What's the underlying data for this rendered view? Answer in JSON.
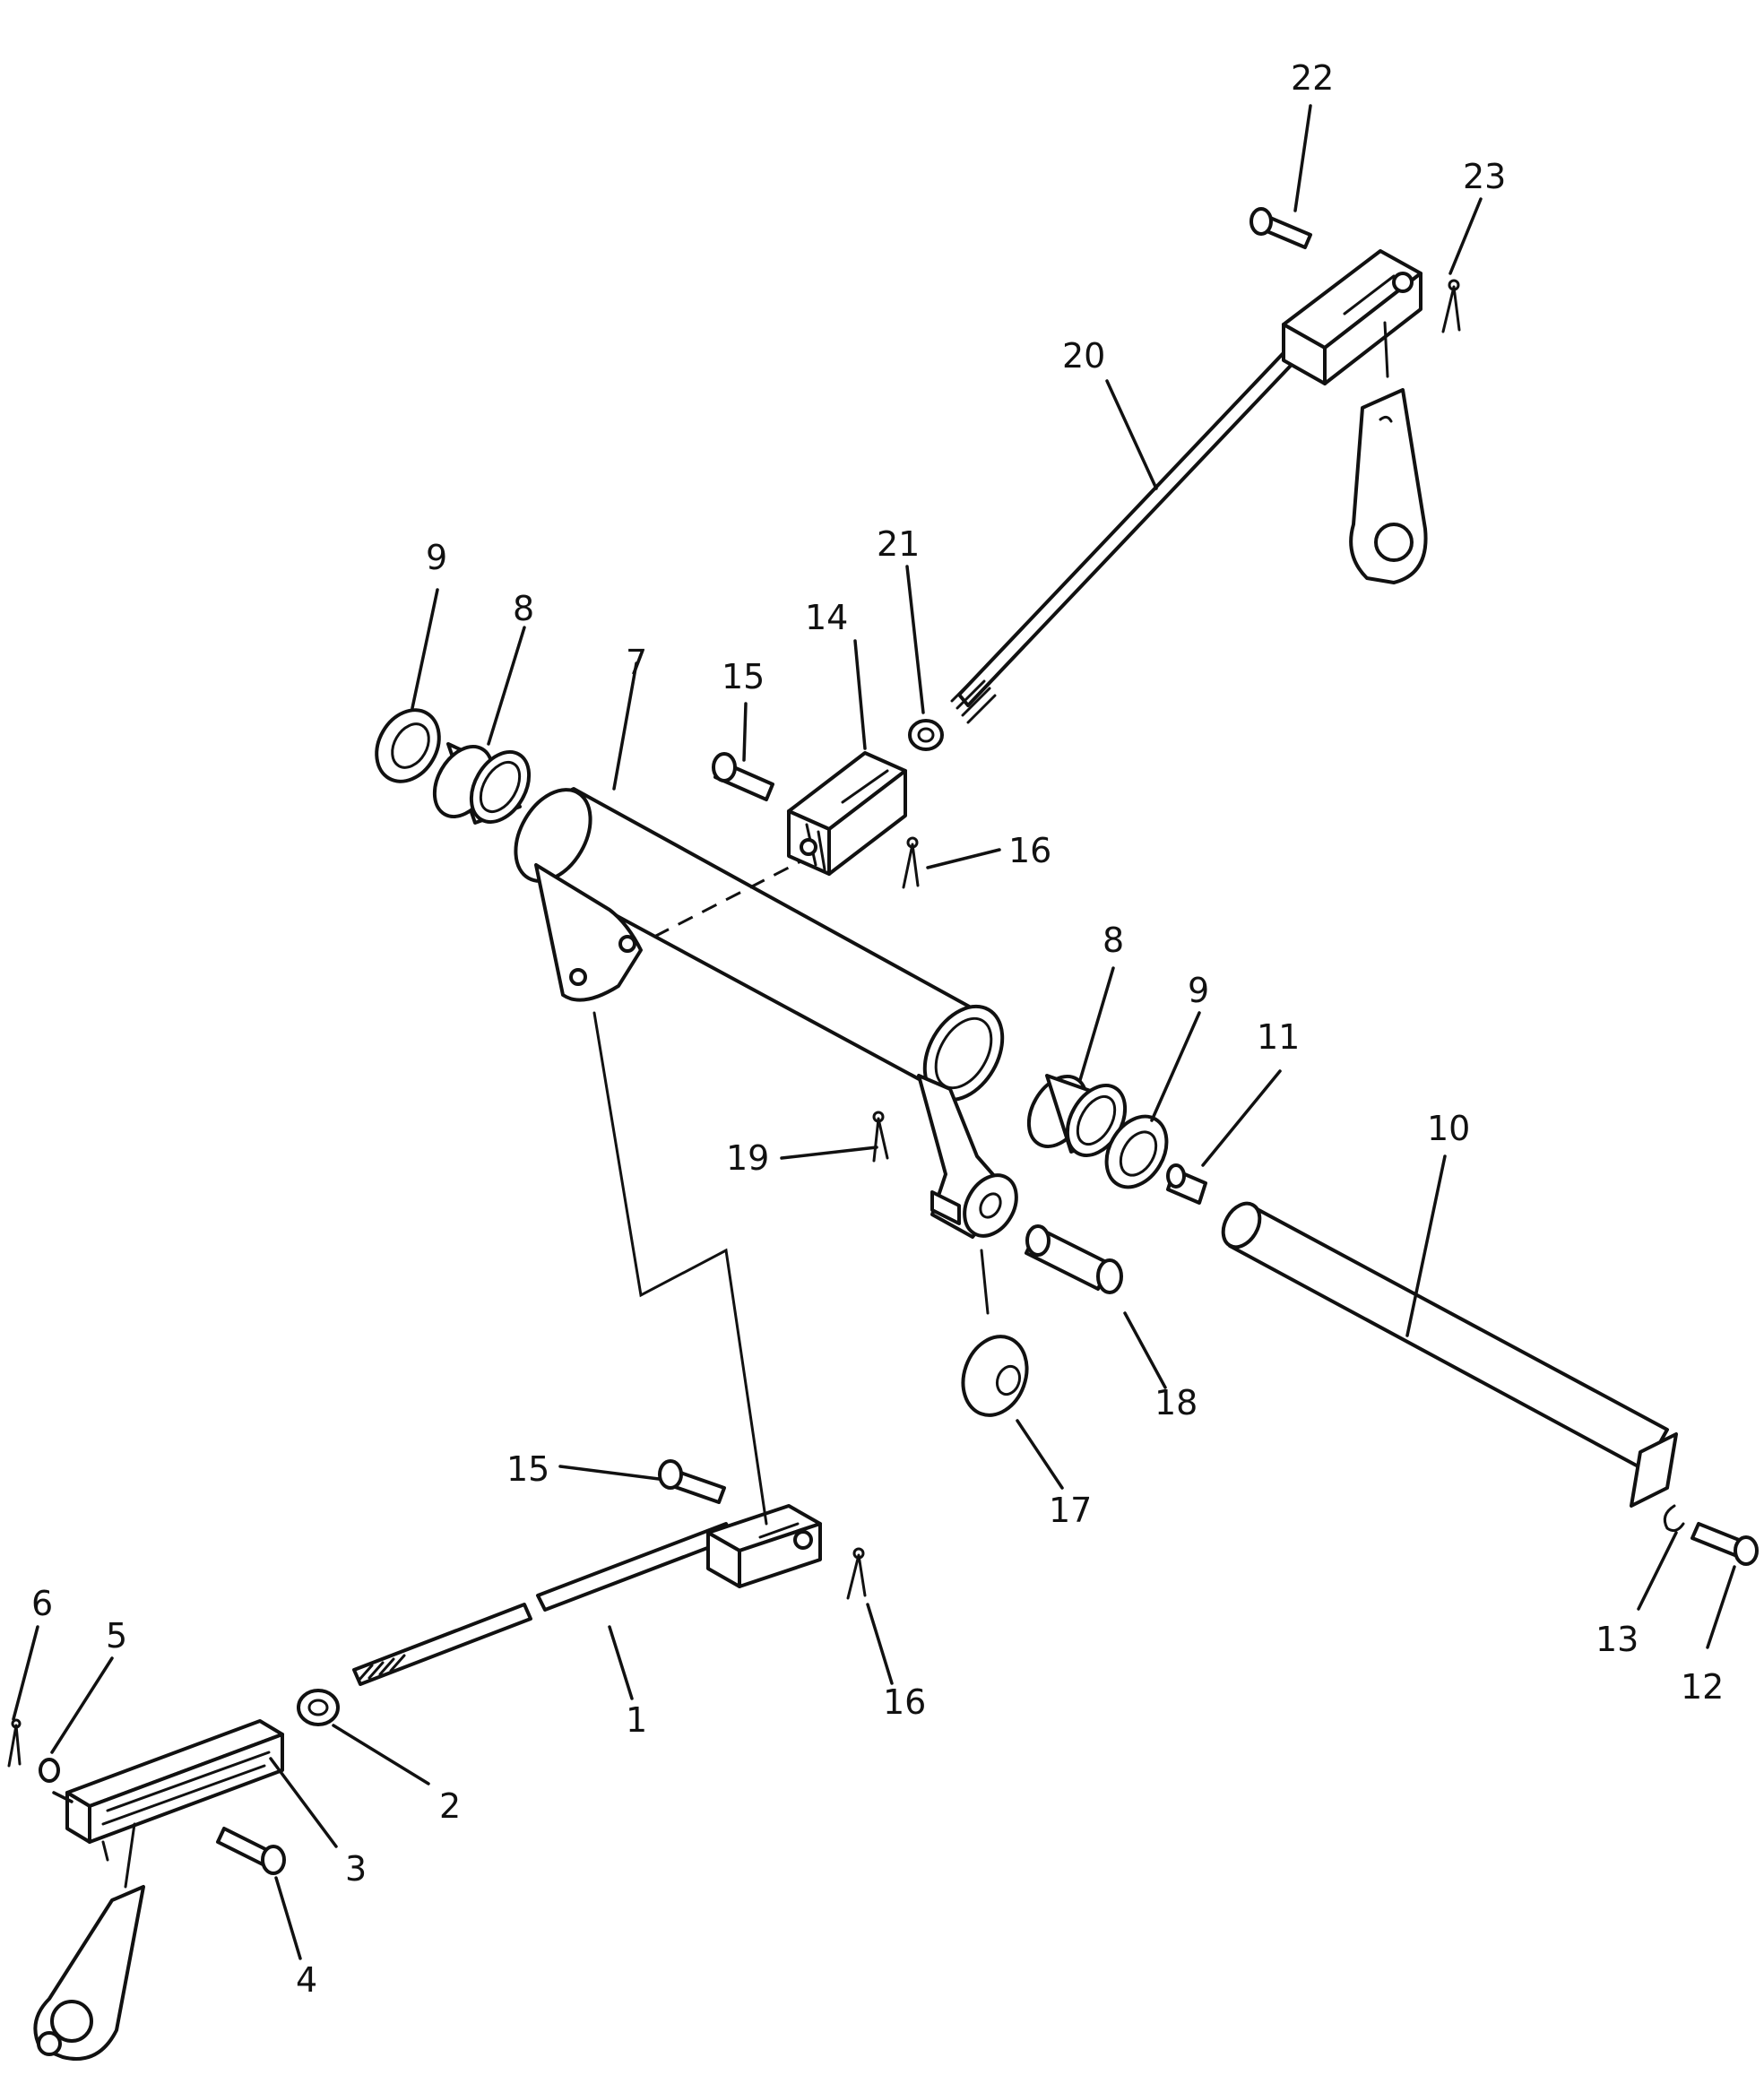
{
  "callouts": [
    {
      "id": "c1",
      "text": "1"
    },
    {
      "id": "c2",
      "text": "2"
    },
    {
      "id": "c3",
      "text": "3"
    },
    {
      "id": "c4",
      "text": "4"
    },
    {
      "id": "c5",
      "text": "5"
    },
    {
      "id": "c6",
      "text": "6"
    },
    {
      "id": "c7",
      "text": "7"
    },
    {
      "id": "c8a",
      "text": "8"
    },
    {
      "id": "c8b",
      "text": "8"
    },
    {
      "id": "c9a",
      "text": "9"
    },
    {
      "id": "c9b",
      "text": "9"
    },
    {
      "id": "c10",
      "text": "10"
    },
    {
      "id": "c11",
      "text": "11"
    },
    {
      "id": "c12",
      "text": "12"
    },
    {
      "id": "c13",
      "text": "13"
    },
    {
      "id": "c14",
      "text": "14"
    },
    {
      "id": "c15a",
      "text": "15"
    },
    {
      "id": "c15b",
      "text": "15"
    },
    {
      "id": "c16a",
      "text": "16"
    },
    {
      "id": "c16b",
      "text": "16"
    },
    {
      "id": "c17",
      "text": "17"
    },
    {
      "id": "c18",
      "text": "18"
    },
    {
      "id": "c19",
      "text": "19"
    },
    {
      "id": "c20",
      "text": "20"
    },
    {
      "id": "c21",
      "text": "21"
    },
    {
      "id": "c22",
      "text": "22"
    },
    {
      "id": "c23",
      "text": "23"
    }
  ]
}
